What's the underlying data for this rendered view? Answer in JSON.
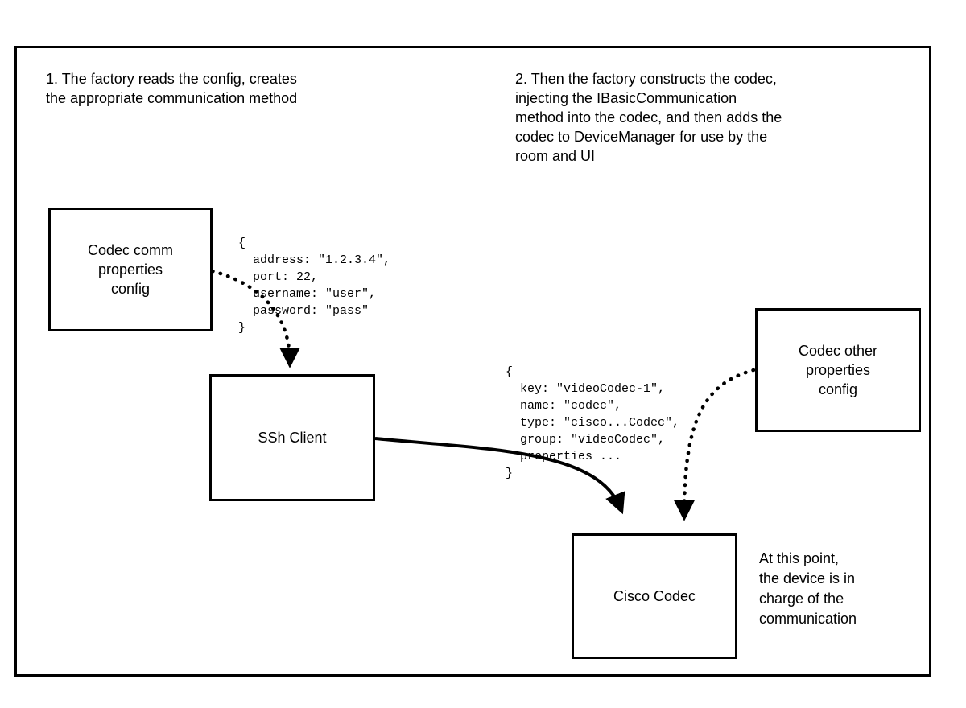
{
  "diagram": {
    "notes": {
      "step1": "1. The factory reads the config, creates\nthe appropriate communication method",
      "step2": "2. Then the factory constructs the codec,\ninjecting the IBasicCommunication\nmethod into the codec, and then adds the\ncodec to DeviceManager for use by the\nroom and UI",
      "final": "At this point,\nthe device is in\ncharge of the\ncommunication"
    },
    "boxes": {
      "codec_comm_config": "Codec comm\nproperties\nconfig",
      "ssh_client": "SSh Client",
      "codec_other_config": "Codec other\nproperties\nconfig",
      "cisco_codec": "Cisco Codec"
    },
    "code_snippets": {
      "comm_properties": "{\n  address: \"1.2.3.4\",\n  port: 22,\n  username: \"user\",\n  password: \"pass\"\n}",
      "codec_properties": "{\n  key: \"videoCodec-1\",\n  name: \"codec\",\n  type: \"cisco...Codec\",\n  group: \"videoCodec\",\n  properties ...\n}"
    },
    "colors": {
      "border": "#000000",
      "background": "#ffffff",
      "text": "#000000",
      "arrow": "#000000"
    }
  }
}
